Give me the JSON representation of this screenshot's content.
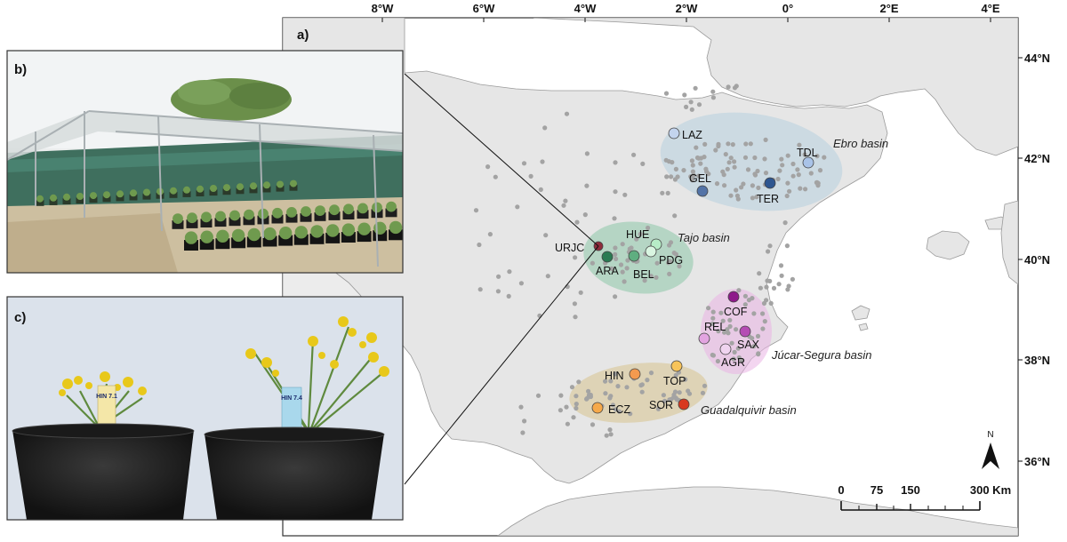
{
  "panels": {
    "a": "a)",
    "b": "b)",
    "c": "c)"
  },
  "axes": {
    "longitudes": [
      "8°W",
      "6°W",
      "4°W",
      "2°W",
      "0°",
      "2°E",
      "4°E"
    ],
    "latitudes": [
      "44°N",
      "42°N",
      "40°N",
      "38°N",
      "36°N"
    ]
  },
  "basins": [
    {
      "name": "Ebro basin",
      "color": "#b7cfdf"
    },
    {
      "name": "Tajo basin",
      "color": "#8cc7a8"
    },
    {
      "name": "Júcar-Segura basin",
      "color": "#eab3e4"
    },
    {
      "name": "Guadalquivir basin",
      "color": "#d8c796"
    }
  ],
  "sites": [
    {
      "code": "LAZ",
      "color": "#c3d4ee"
    },
    {
      "code": "TDL",
      "color": "#a9c3e8"
    },
    {
      "code": "GEL",
      "color": "#5273a7"
    },
    {
      "code": "TER",
      "color": "#2e5690"
    },
    {
      "code": "URJC",
      "color": "#8e2b3b"
    },
    {
      "code": "HUE",
      "color": "#b7ecc7"
    },
    {
      "code": "ARA",
      "color": "#2a7a52"
    },
    {
      "code": "BEL",
      "color": "#5fae80"
    },
    {
      "code": "PDG",
      "color": "#d9f5e1"
    },
    {
      "code": "COF",
      "color": "#8e1a8a"
    },
    {
      "code": "REL",
      "color": "#e3a4e1"
    },
    {
      "code": "SAX",
      "color": "#b54cb4"
    },
    {
      "code": "AGR",
      "color": "#f0d4f0"
    },
    {
      "code": "HIN",
      "color": "#f39a4f"
    },
    {
      "code": "TOP",
      "color": "#f8c45a"
    },
    {
      "code": "ECZ",
      "color": "#f6a94a"
    },
    {
      "code": "SOR",
      "color": "#d8391f"
    }
  ],
  "scale": {
    "ticks": [
      "0",
      "75",
      "150",
      "300 Km"
    ],
    "north": "N"
  },
  "photo_b": {},
  "photo_c": {
    "tag_left": "HIN 7.1",
    "tag_right": "HIN 7.4"
  }
}
